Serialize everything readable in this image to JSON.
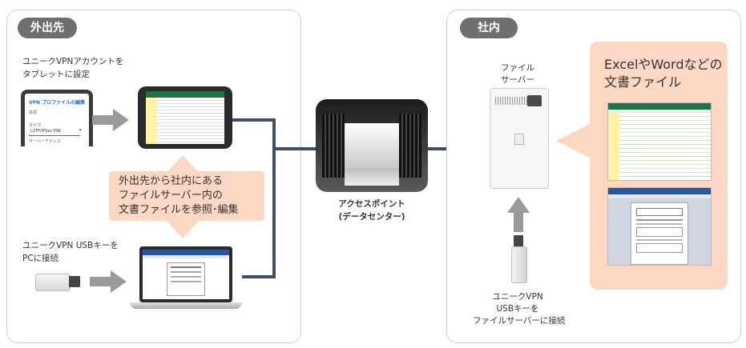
{
  "left_panel": {
    "badge": "外出先",
    "tablet_caption_line1": "ユニークVPNアカウントを",
    "tablet_caption_line2": "タブレットに設定",
    "phone_title": "VPN プロファイルの編集",
    "phone_field_name": "名前",
    "phone_field_type": "タイプ",
    "phone_field_type_value": "L2TP/IPSec PSK",
    "phone_field_server": "サーバーアドレス",
    "callout_line1": "外出先から社内にある",
    "callout_line2": "ファイルサーバー内の",
    "callout_line3": "文書ファイルを参照･編集",
    "usb_caption_line1": "ユニークVPN USBキーを",
    "usb_caption_line2": "PCに接続"
  },
  "center": {
    "label_line1": "アクセスポイント",
    "label_line2": "(データセンター)"
  },
  "right_panel": {
    "badge": "社内",
    "server_label_line1": "ファイル",
    "server_label_line2": "サーバー",
    "usb_caption_line1": "ユニークVPN",
    "usb_caption_line2": "USBキーを",
    "usb_caption_line3": "ファイルサーバーに接続",
    "docs_title_line1": "ExcelやWordなどの",
    "docs_title_line2": "文書ファイル"
  },
  "colors": {
    "badge": "#6f6f6f",
    "callout": "#fbd7c4",
    "connector": "#3f4f6b",
    "arrow": "#9a9a9a",
    "excel_green": "#217346",
    "word_blue": "#2b579a"
  }
}
